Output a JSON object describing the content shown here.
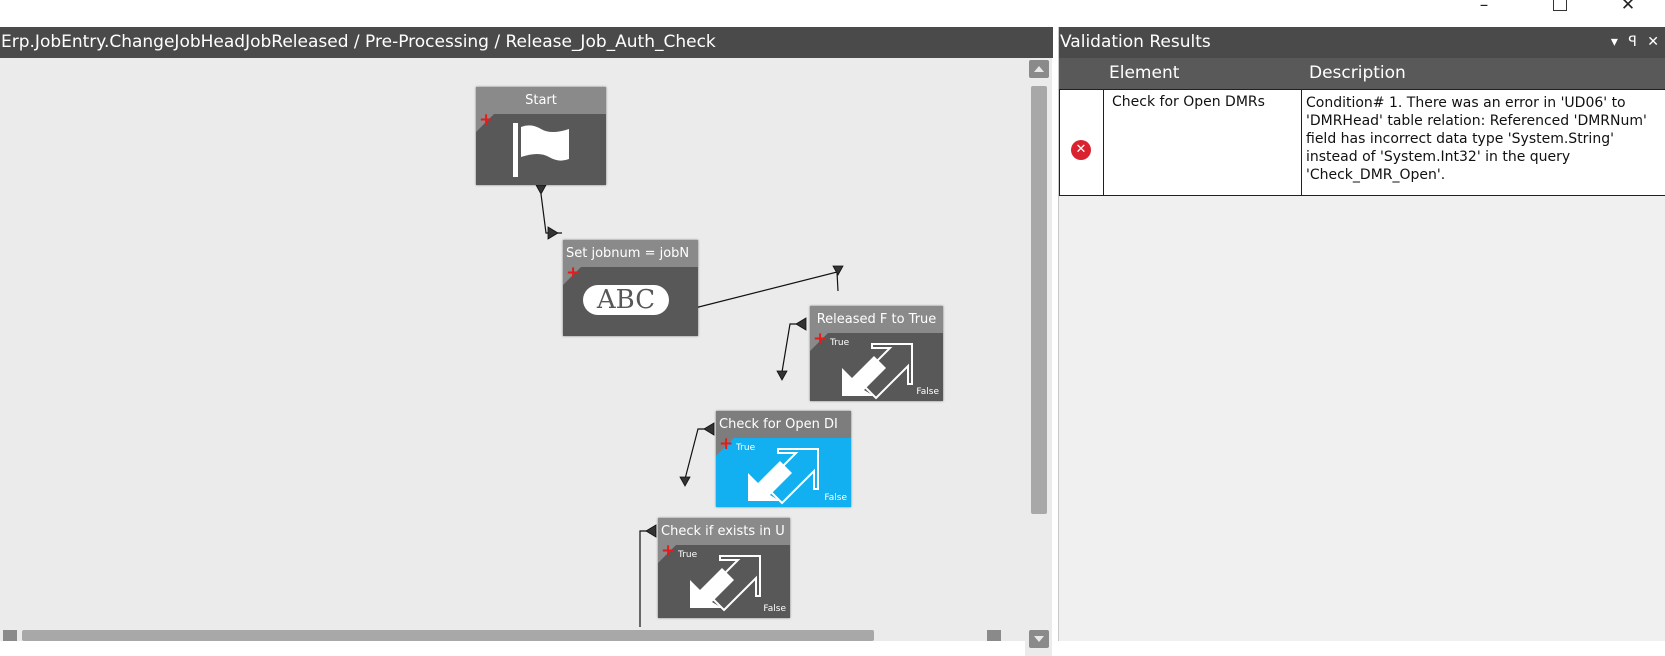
{
  "window": {
    "minimize": "–",
    "maximize": "",
    "close": "✕"
  },
  "designer": {
    "breadcrumb": "Erp.JobEntry.ChangeJobHeadJobReleased / Pre-Processing / Release_Job_Auth_Check",
    "nodes": {
      "start": {
        "title": "Start",
        "icon": "flag-icon"
      },
      "set_jobnum": {
        "title": "Set jobnum = jobN",
        "icon": "abc-icon",
        "icon_text": "ABC"
      },
      "released": {
        "title": "Released F to True",
        "true_label": "True",
        "false_label": "False"
      },
      "check_open_dmr": {
        "title": "Check for Open DI",
        "true_label": "True",
        "false_label": "False"
      },
      "check_exists": {
        "title": "Check if exists in U",
        "true_label": "True",
        "false_label": "False"
      }
    },
    "plus_symbol": "+"
  },
  "validation": {
    "title": "Validation Results",
    "tools": {
      "dropdown": "▾",
      "pin": "ꟼ",
      "close": "✕"
    },
    "columns": {
      "element": "Element",
      "description": "Description"
    },
    "rows": [
      {
        "status": "error",
        "status_symbol": "✕",
        "element": "Check for Open DMRs",
        "description": "Condition# 1. There was an error in 'UD06' to 'DMRHead' table relation: Referenced 'DMRNum' field has incorrect data type 'System.String' instead of 'System.Int32' in the query 'Check_DMR_Open'."
      }
    ]
  },
  "colors": {
    "selected_node": "#12b0f1",
    "node": "#585858",
    "header": "#4a4a4a",
    "error": "#d9232e"
  }
}
